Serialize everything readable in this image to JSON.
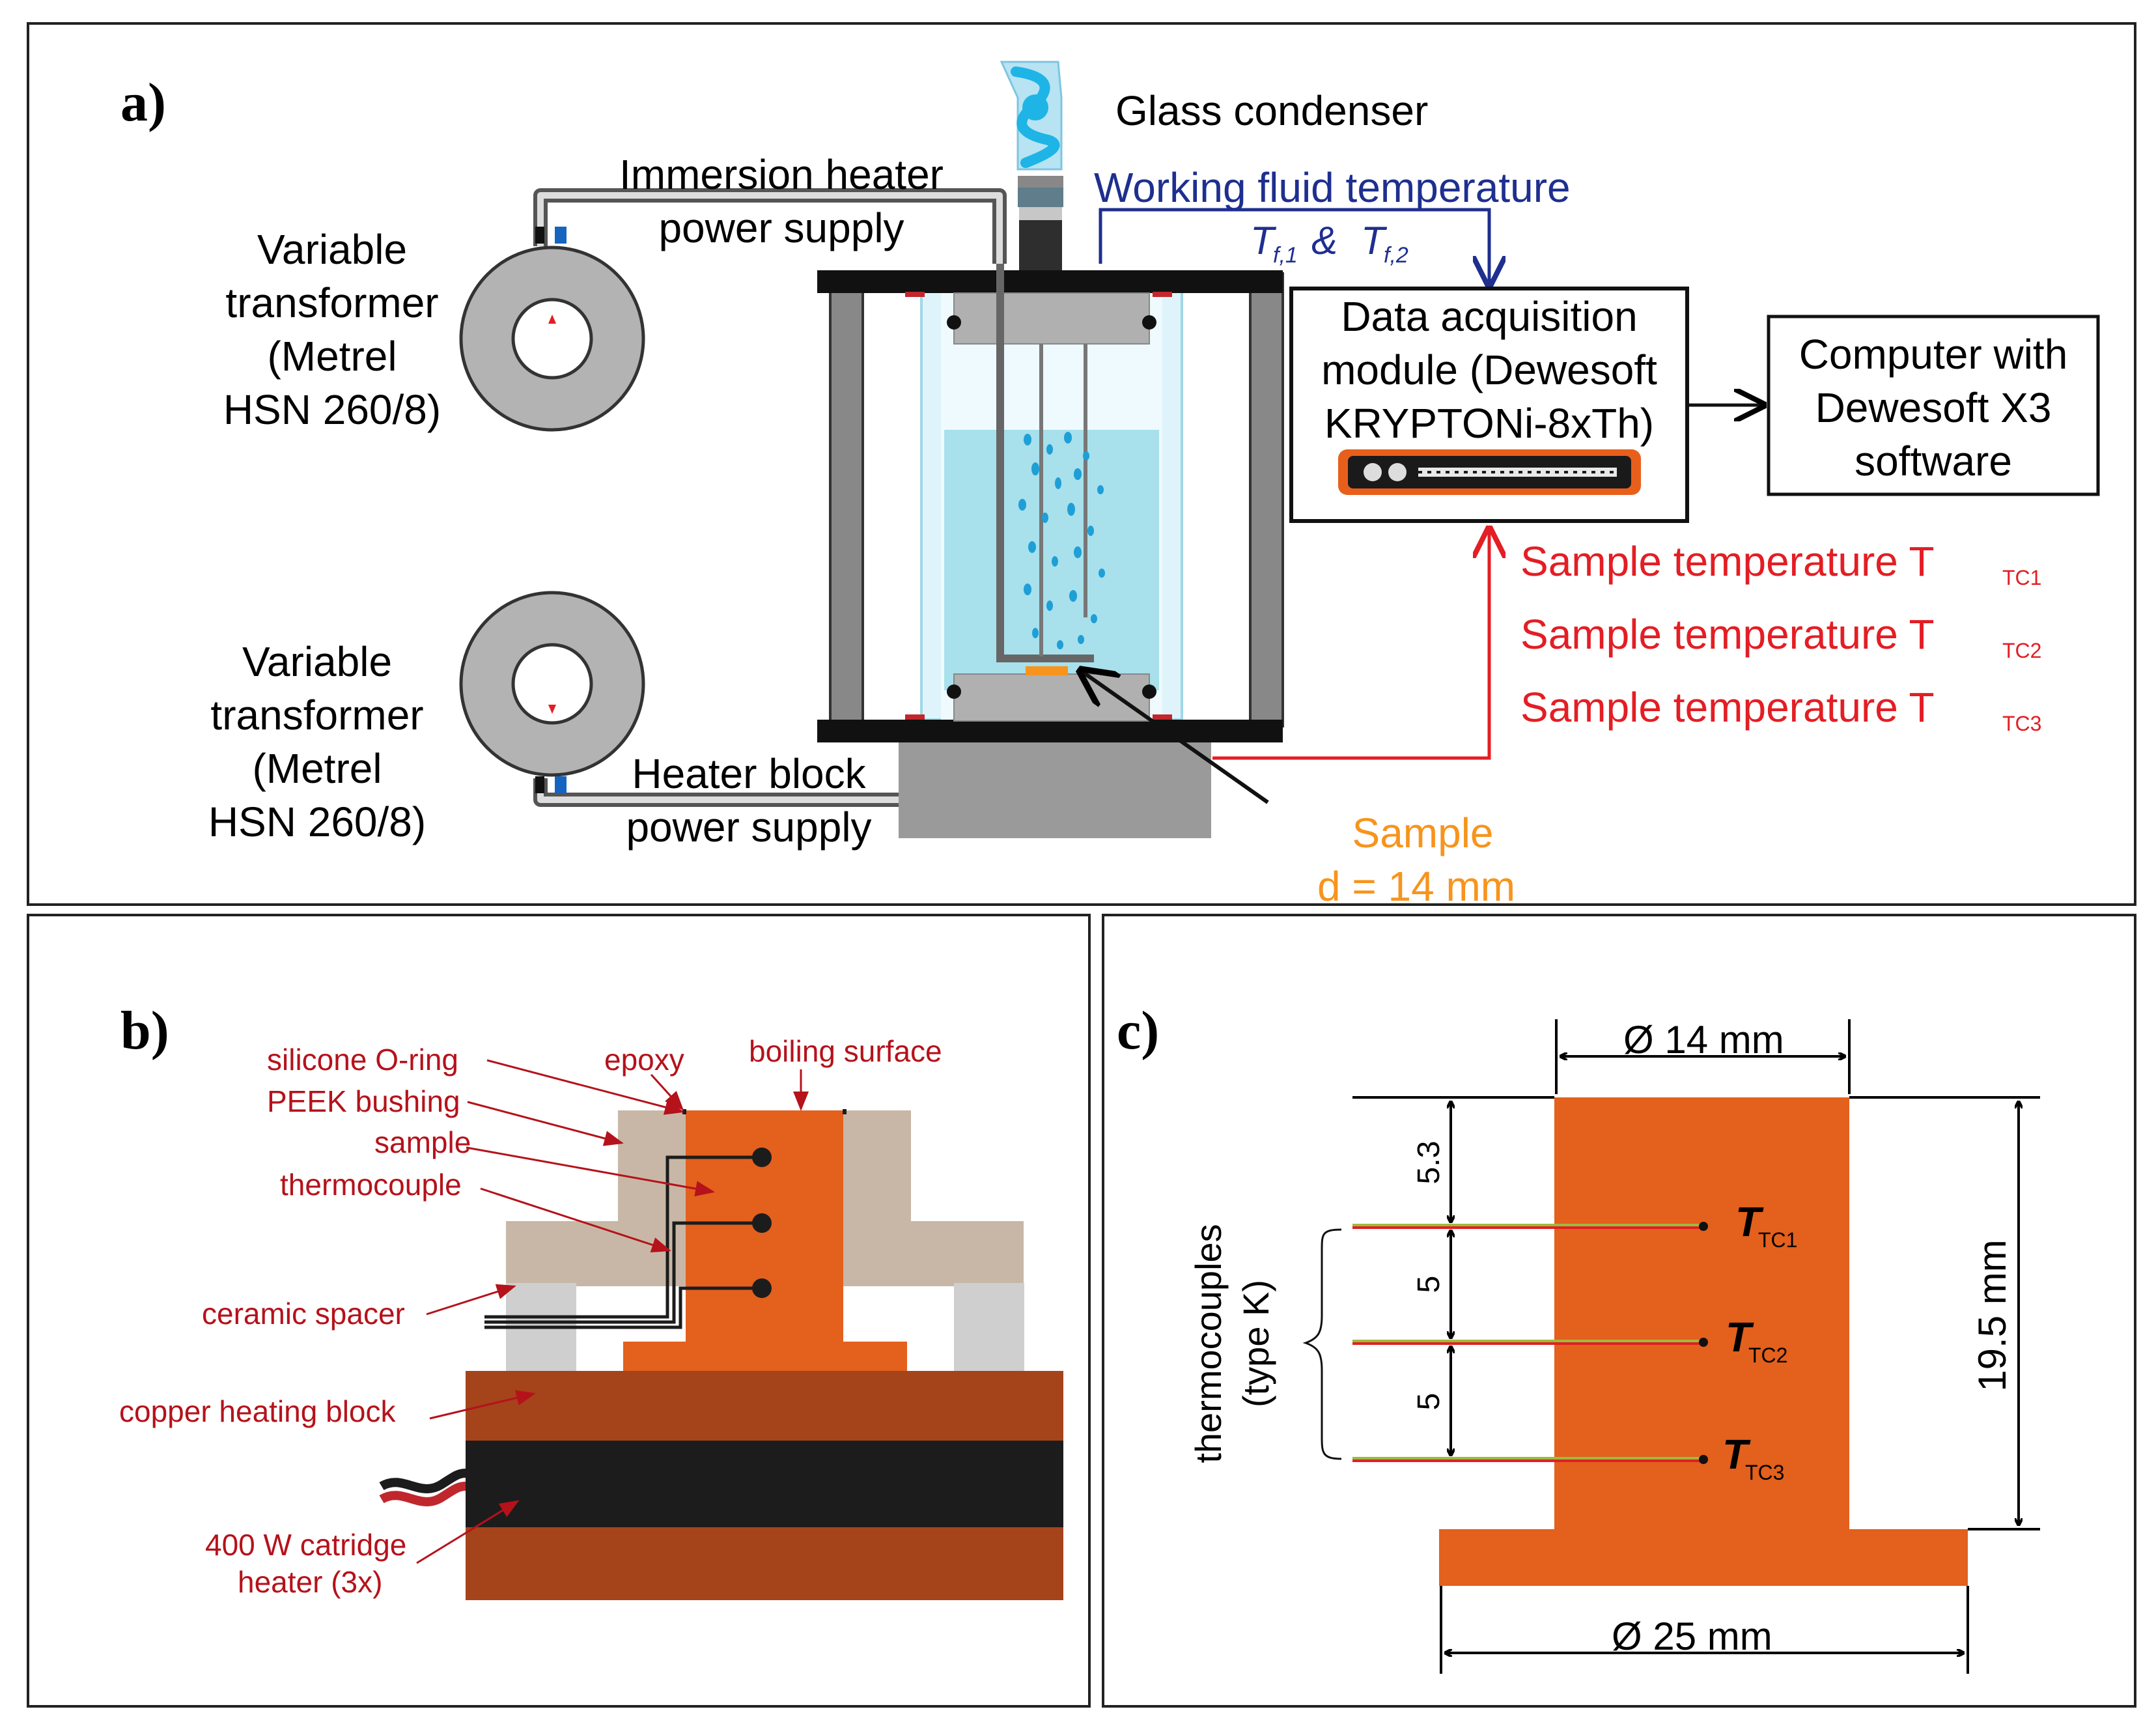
{
  "panel_a": {
    "label": "a)",
    "glass_condenser": "Glass condenser",
    "working_fluid": {
      "line1": "Working fluid temperature",
      "t1": "T",
      "t1_sub": "f,1",
      "amp": "&",
      "t2": "T",
      "t2_sub": "f,2"
    },
    "immersion_supply": [
      "Immersion heater",
      "power supply"
    ],
    "heater_supply": [
      "Heater block",
      "power supply"
    ],
    "transformer_top": [
      "Variable",
      "transformer",
      "(Metrel",
      "HSN 260/8)"
    ],
    "transformer_bottom": [
      "Variable",
      "transformer",
      "(Metrel",
      "HSN 260/8)"
    ],
    "daq": [
      "Data acquisition",
      "module (Dewesoft",
      "KRYPTONi-8xTh)"
    ],
    "computer": [
      "Computer with",
      "Dewesoft X3",
      "software"
    ],
    "sample_temps": [
      {
        "text": "Sample temperature T",
        "sub": "TC1"
      },
      {
        "text": "Sample temperature T",
        "sub": "TC2"
      },
      {
        "text": "Sample temperature T",
        "sub": "TC3"
      }
    ],
    "sample": [
      "Sample",
      "d = 14 mm"
    ],
    "colors": {
      "blue": "#1e2f8f",
      "red": "#e31e24",
      "orange": "#f7941d",
      "liquid": "#a8e0ec",
      "bubble": "#1e9fd6"
    }
  },
  "panel_b": {
    "label": "b)",
    "silicone": "silicone O-ring",
    "epoxy": "epoxy",
    "boiling": "boiling surface",
    "peek": "PEEK bushing",
    "sample": "sample",
    "thermocouple": "thermocouple",
    "ceramic": "ceramic spacer",
    "copper": "copper heating block",
    "heater": [
      "400 W catridge",
      "heater (3x)"
    ],
    "colors": {
      "label": "#b5121b",
      "orange": "#e3601d",
      "copper": "#a5431b",
      "beige": "#c8b7a6",
      "gray": "#cfcfcf"
    }
  },
  "panel_c": {
    "label": "c)",
    "d14": "Ø 14 mm",
    "d25": "Ø 25 mm",
    "h195": "19.5 mm",
    "s53": "5.3",
    "s5a": "5",
    "s5b": "5",
    "tc_label": [
      "thermocouples",
      "(type K)"
    ],
    "tcs": [
      {
        "t": "T",
        "sub": "TC1"
      },
      {
        "t": "T",
        "sub": "TC2"
      },
      {
        "t": "T",
        "sub": "TC3"
      }
    ]
  }
}
